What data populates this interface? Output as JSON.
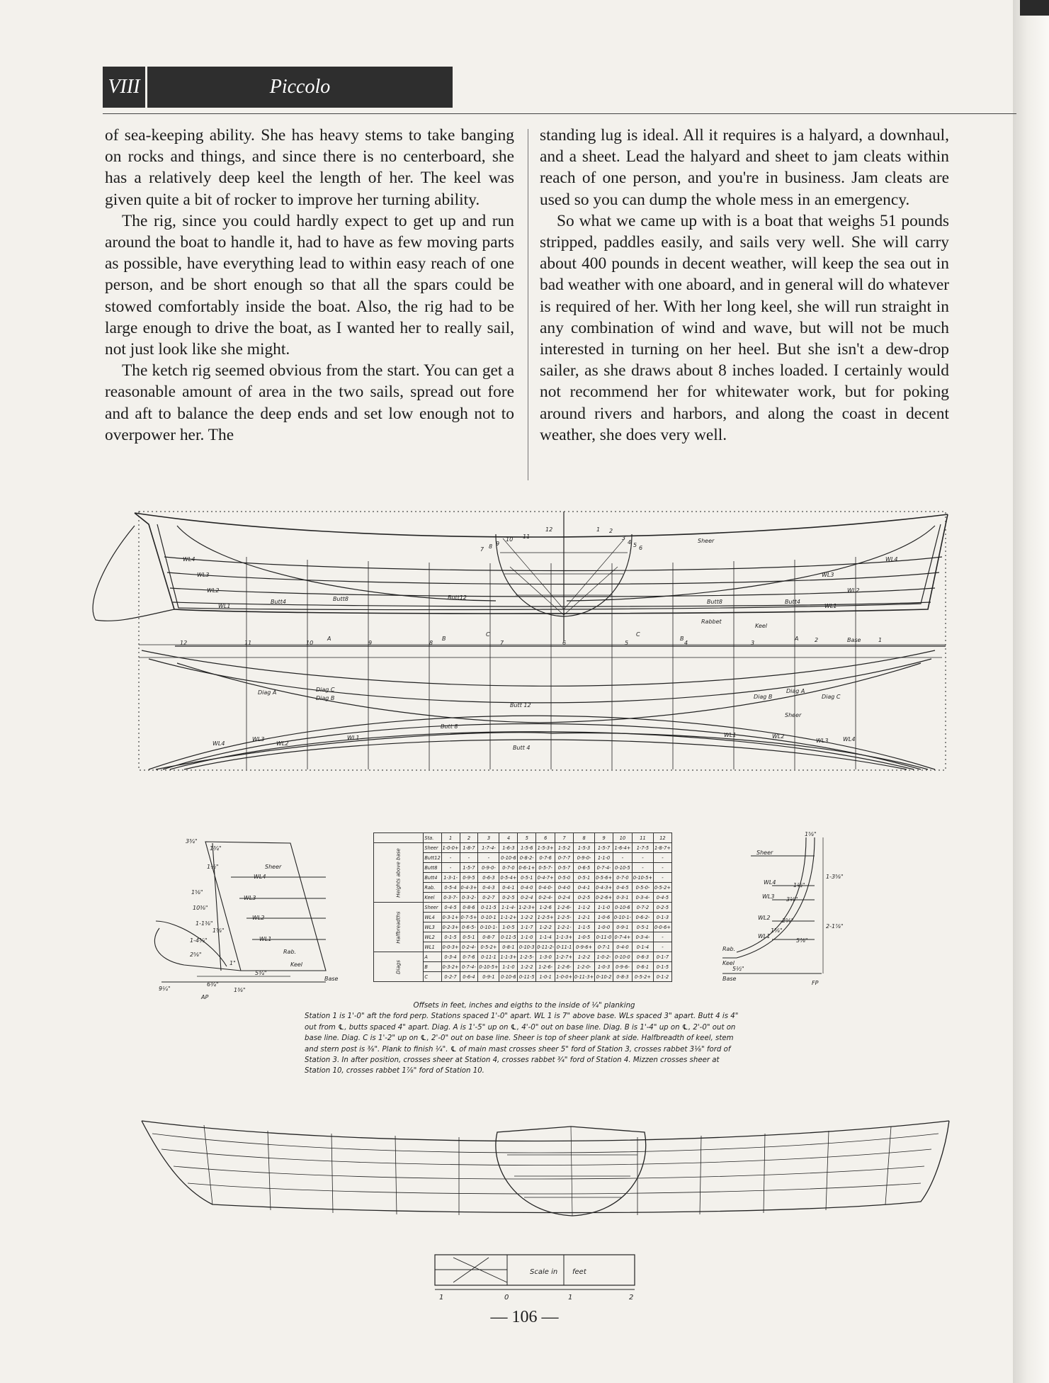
{
  "header": {
    "chapter": "VIII",
    "title": "Piccolo"
  },
  "body": {
    "left_paragraphs": [
      "of sea-keeping ability. She has heavy stems to take banging on rocks and things, and since there is no centerboard, she has a relatively deep keel the length of her. The keel was given quite a bit of rocker to improve her turning ability.",
      "The rig, since you could hardly expect to get up and run around the boat to handle it, had to have as few moving parts as possible, have everything lead to within easy reach of one person, and be short enough so that all the spars could be stowed comfortably inside the boat. Also, the rig had to be large enough to drive the boat, as I wanted her to really sail, not just look like she might.",
      "The ketch rig seemed obvious from the start. You can get a reasonable amount of area in the two sails, spread out fore and aft to balance the deep ends and set low enough not to overpower her. The"
    ],
    "right_paragraphs": [
      "standing lug is ideal. All it requires is a halyard, a downhaul, and a sheet. Lead the halyard and sheet to jam cleats within reach of one person, and you're in business. Jam cleats are used so you can dump the whole mess in an emergency.",
      "So what we came up with is a boat that weighs 51 pounds stripped, paddles easily, and sails very well. She will carry about 400 pounds in decent weather, will keep the sea out in bad weather with one aboard, and in general will do whatever is required of her. With her long keel, she will run straight in any combination of wind and wave, but will not be much interested in turning on her heel. But she isn't a dew-drop sailer, as she draws about 8 inches loaded. I certainly would not recommend her for whitewater work, but for poking around rivers and harbors, and along the coast in decent weather, she does very well."
    ]
  },
  "lines_plan": {
    "profile_labels": [
      "WL4",
      "WL3",
      "WL2",
      "WL1",
      "Butt4",
      "Butt8",
      "Butt12",
      "Sheer",
      "Butt8",
      "Butt4",
      "Rabbet",
      "Keel",
      "WL4",
      "WL3",
      "WL2",
      "WL1",
      "Base"
    ],
    "half_breadth_labels": [
      "Diag A",
      "Diag C",
      "Diag B",
      "Butt 12",
      "Butt 8",
      "Butt 4",
      "Diag C",
      "Diag B",
      "Diag A",
      "Sheer",
      "WL1",
      "WL2",
      "WL3",
      "WL4",
      "WL1",
      "WL2",
      "WL3",
      "WL4"
    ],
    "station_numbers": [
      "12",
      "11",
      "10",
      "9",
      "8",
      "7",
      "6",
      "5",
      "4",
      "3",
      "2",
      "1"
    ],
    "diag_marks": [
      "A",
      "B",
      "C",
      "C",
      "B",
      "A"
    ],
    "section_stations": [
      "7",
      "8",
      "9",
      "10",
      "11",
      "12",
      "1",
      "2",
      "3",
      "4",
      "5",
      "6"
    ]
  },
  "stem_details": {
    "left_dims": [
      "3¾\"",
      "1¾\"",
      "1⅝\"",
      "10⅜\"",
      "1-1⅜\"",
      "1-4¾\"",
      "6¾\"",
      "9¼\"",
      "1⅜\"",
      "5¾\"",
      "2⅝\"",
      "1\"",
      "1½\"",
      "1⅝\"",
      "AP"
    ],
    "left_labels": [
      "Sheer",
      "WL4",
      "WL3",
      "WL2",
      "WL1",
      "Rab.",
      "Keel",
      "Base"
    ],
    "right_dims": [
      "1⅝\"",
      "1½\"",
      "3⅛\"",
      "2⅝\"",
      "1⅝\"",
      "5⅞\"",
      "5½\"",
      "1-3⅝\"",
      "2-1⅞\"",
      "FP"
    ],
    "right_labels": [
      "Sheer",
      "WL4",
      "WL3",
      "WL2",
      "WL1",
      "Rab.",
      "Keel",
      "Base"
    ]
  },
  "offsets_table": {
    "stations": [
      "Sta.",
      "1",
      "2",
      "3",
      "4",
      "5",
      "6",
      "7",
      "8",
      "9",
      "10",
      "11",
      "12"
    ],
    "groups": [
      {
        "name": "Heights above base",
        "rows": [
          {
            "label": "Sheer",
            "cells": [
              "1-0-0+",
              "1-8-7",
              "1-7-4-",
              "1-6-3",
              "1-5-6",
              "1-5-3+",
              "1-5-2",
              "1-5-3",
              "1-5-7",
              "1-6-4+",
              "1-7-5",
              "1-8-7+"
            ]
          },
          {
            "label": "Butt12",
            "cells": [
              "-",
              "-",
              "-",
              "0-10-6",
              "0-8-2-",
              "0-7-6",
              "0-7-7",
              "0-9-0-",
              "1-1-0",
              "-",
              "-",
              "-"
            ]
          },
          {
            "label": "Butt8",
            "cells": [
              "-",
              "1-5-7",
              "0-9-0-",
              "0-7-0",
              "0-6-1+",
              "0-5-7-",
              "0-5-7",
              "0-6-5",
              "0-7-4-",
              "0-10-5",
              "-",
              "-"
            ]
          },
          {
            "label": "Butt4",
            "cells": [
              "1-3-1-",
              "0-9-5",
              "0-6-3",
              "0-5-4+",
              "0-5-1",
              "0-4-7+",
              "0-5-0",
              "0-5-1",
              "0-5-6+",
              "0-7-0",
              "0-10-5+",
              "-"
            ]
          },
          {
            "label": "Rab.",
            "cells": [
              "0-5-4",
              "0-4-3+",
              "0-4-3",
              "0-4-1",
              "0-4-0",
              "0-4-0-",
              "0-4-0",
              "0-4-1",
              "0-4-3+",
              "0-4-5",
              "0-5-0-",
              "0-5-2+"
            ]
          },
          {
            "label": "Keel",
            "cells": [
              "0-3-7-",
              "0-3-2-",
              "0-2-7",
              "0-2-5",
              "0-2-4",
              "0-2-4-",
              "0-2-4",
              "0-2-5",
              "0-2-6+",
              "0-3-1",
              "0-3-4-",
              "0-4-5"
            ]
          }
        ]
      },
      {
        "name": "Halfbreadths",
        "rows": [
          {
            "label": "Sheer",
            "cells": [
              "0-4-5",
              "0-8-6",
              "0-11-5",
              "1-1-4-",
              "1-2-3+",
              "1-2-6",
              "1-2-6-",
              "1-1-2",
              "1-1-0",
              "0-10-6",
              "0-7-2",
              "0-2-5"
            ]
          },
          {
            "label": "WL4",
            "cells": [
              "0-3-1+",
              "0-7-5+",
              "0-10-1",
              "1-1-2+",
              "1-2-2",
              "1-2-5+",
              "1-2-5-",
              "1-2-1",
              "1-0-6",
              "0-10-1-",
              "0-6-2-",
              "0-1-3"
            ]
          },
          {
            "label": "WL3",
            "cells": [
              "0-2-3+",
              "0-6-5-",
              "0-10-1-",
              "1-0-5",
              "1-1-7",
              "1-2-2",
              "1-2-1-",
              "1-1-5",
              "1-0-0",
              "0-9-1",
              "0-5-1",
              "0-0-6+"
            ]
          },
          {
            "label": "WL2",
            "cells": [
              "0-1-5",
              "0-5-1",
              "0-8-7",
              "0-11-5",
              "1-1-0",
              "1-1-4",
              "1-1-3+",
              "1-0-5",
              "0-11-0",
              "0-7-4+",
              "0-3-4-",
              "-"
            ]
          },
          {
            "label": "WL1",
            "cells": [
              "0-0-3+",
              "0-2-4-",
              "0-5-2+",
              "0-8-1",
              "0-10-3",
              "0-11-2-",
              "0-11-1",
              "0-9-6+",
              "0-7-1",
              "0-4-0",
              "0-1-4",
              "-"
            ]
          }
        ]
      },
      {
        "name": "Diags",
        "rows": [
          {
            "label": "A",
            "cells": [
              "0-3-4",
              "0-7-6",
              "0-11-1",
              "1-1-3+",
              "1-2-5-",
              "1-3-0",
              "1-2-7+",
              "1-2-2",
              "1-0-2-",
              "0-10-0",
              "0-6-3",
              "0-1-7"
            ]
          },
          {
            "label": "B",
            "cells": [
              "0-3-2+",
              "0-7-4-",
              "0-10-5+",
              "1-1-0",
              "1-2-2",
              "1-2-6-",
              "1-2-6-",
              "1-2-0-",
              "1-0-3",
              "0-9-6-",
              "0-6-1",
              "0-1-5"
            ]
          },
          {
            "label": "C",
            "cells": [
              "0-2-7",
              "0-6-4",
              "0-9-1",
              "0-10-6",
              "0-11-5",
              "1-0-1",
              "1-0-0+",
              "0-11-3+",
              "0-10-2",
              "0-8-3",
              "0-5-2+",
              "0-1-2"
            ]
          }
        ]
      }
    ]
  },
  "notes": {
    "caption": "Offsets in feet, inches and eigths to the inside of ¼\" planking",
    "text": "Station 1 is 1'-0\" aft the ford perp. Stations spaced 1'-0\" apart. WL 1 is 7\" above base. WLs spaced 3\" apart. Butt 4 is 4\" out from ℄, butts spaced 4\" apart. Diag. A is 1'-5\" up on ℄, 4'-0\" out on base line. Diag. B is 1'-4\" up on ℄, 2'-0\" out on base line. Diag. C is 1'-2\" up on ℄, 2'-0\" out on base line. Sheer is top of sheer plank at side. Halfbreadth of keel, stem and stern post is ⅜\". Plank to finish ¼\". ℄ of main mast crosses sheer 5\" ford of Station 3, crosses rabbet 3⅛\" ford of Station 3. In after position, crosses sheer at Station 4, crosses rabbet ¾\" ford of Station 4. Mizzen crosses sheer at Station 10, crosses rabbet 1⅞\" ford of Station 10."
  },
  "scale": {
    "label_scale": "Scale in",
    "label_feet": "feet",
    "ticks": [
      "1",
      "0",
      "1",
      "2"
    ]
  },
  "folio": "— 106 —"
}
